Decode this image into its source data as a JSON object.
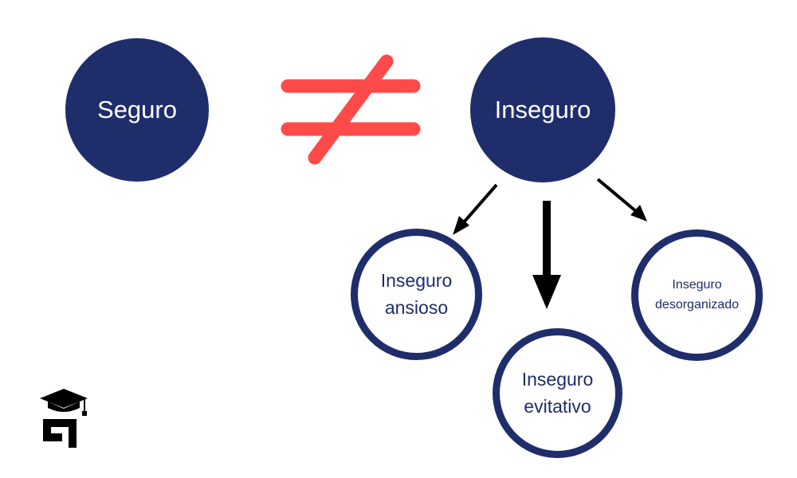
{
  "nodes": {
    "seguro": "Seguro",
    "inseguro": "Inseguro",
    "ansioso": "Inseguro\nansioso",
    "evitativo": "Inseguro\nevitativo",
    "desorganizado": "Inseguro\ndesorganizado"
  },
  "relation": {
    "symbol": "not-equal-icon",
    "color": "#ff4a4a"
  },
  "colors": {
    "node_fill": "#1f2d6b",
    "arrow": "#000000",
    "background": "#ffffff"
  },
  "logo": {
    "icon": "graduation-cap-logo-icon"
  }
}
